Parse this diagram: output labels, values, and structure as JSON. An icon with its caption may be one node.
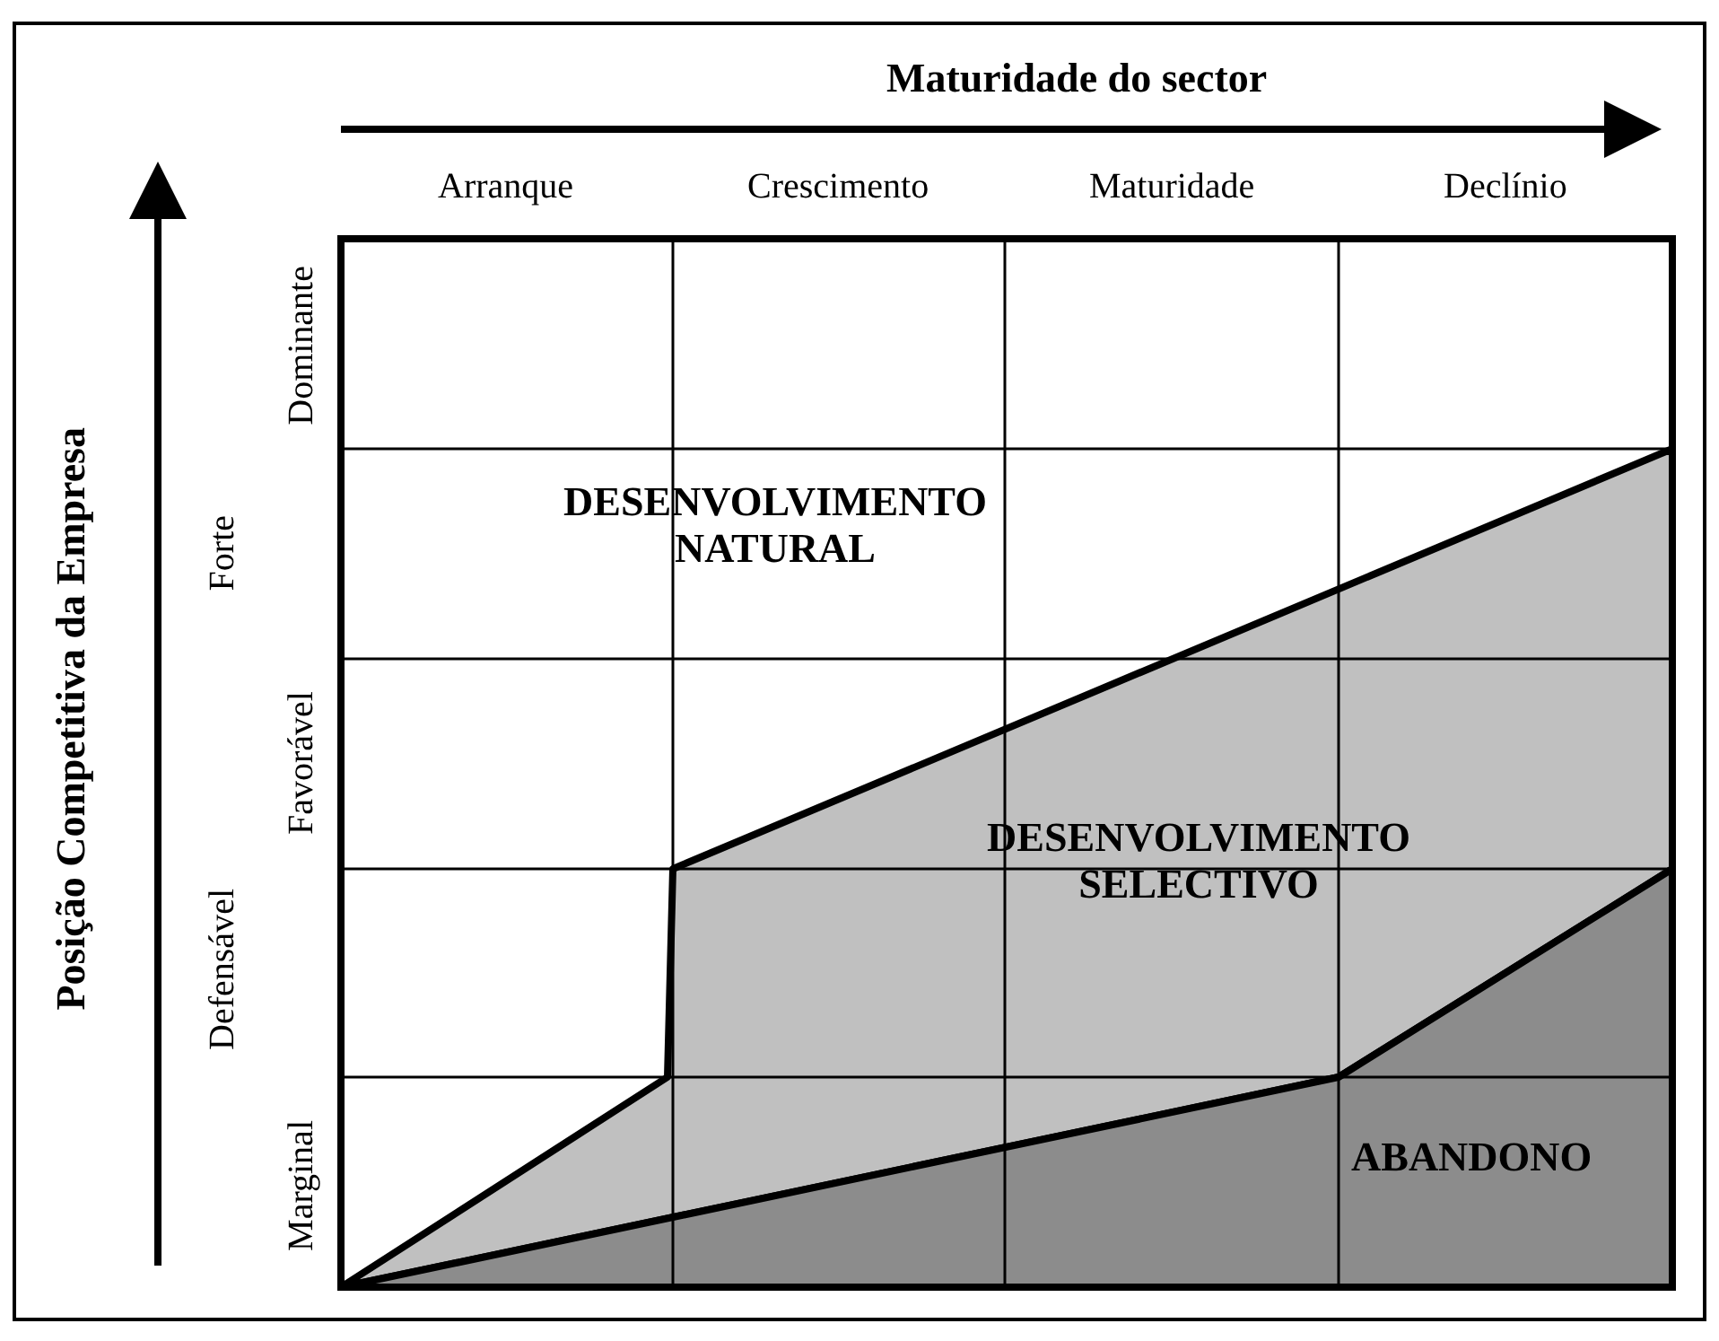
{
  "diagram": {
    "labels": [
      "Maturidade do sector",
      "Arranque",
      "Crescimento",
      "Maturidade",
      "Declínio",
      "Posição Competitiva da Empresa",
      "Dominante",
      "Forte",
      "Favorável",
      "Defensável",
      "Marginal",
      "DESENVOLVIMENTO NATURAL",
      "DESENVOLVIMENTO SELECTIVO",
      "ABANDONO"
    ]
  }
}
